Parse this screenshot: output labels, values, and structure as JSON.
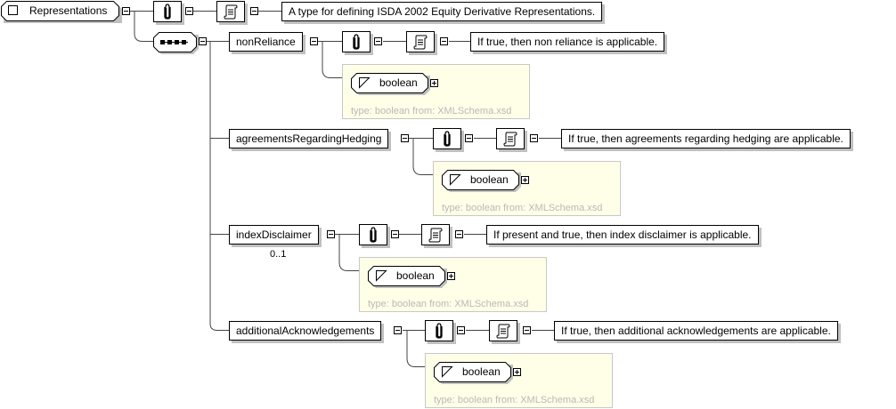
{
  "root": {
    "name": "Representations",
    "icon": "complex-type-icon",
    "documentation": "A type for defining ISDA 2002 Equity Derivative Representations."
  },
  "sequence": {
    "icon": "sequence-compositor-icon"
  },
  "elements": [
    {
      "name": "nonReliance",
      "occurs": "",
      "documentation": "If true, then non reliance is applicable.",
      "type": "boolean",
      "type_info": "type: boolean from: XMLSchema.xsd"
    },
    {
      "name": "agreementsRegardingHedging",
      "occurs": "",
      "documentation": "If true, then agreements regarding hedging are applicable.",
      "type": "boolean",
      "type_info": "type: boolean from: XMLSchema.xsd"
    },
    {
      "name": "indexDisclaimer",
      "occurs": "0..1",
      "documentation": "If present and true, then index disclaimer is applicable.",
      "type": "boolean",
      "type_info": "type: boolean from: XMLSchema.xsd"
    },
    {
      "name": "additionalAcknowledgements",
      "occurs": "",
      "documentation": "If true, then additional acknowledgements are applicable.",
      "type": "boolean",
      "type_info": "type: boolean from: XMLSchema.xsd"
    }
  ]
}
